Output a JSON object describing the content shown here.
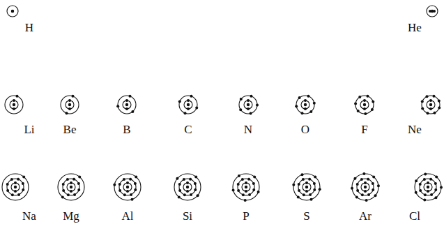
{
  "diagram": {
    "labels": [
      "H",
      "He",
      "Li",
      "Be",
      "B",
      "C",
      "N",
      "O",
      "F",
      "Ne",
      "Na",
      "Mg",
      "Al",
      "Si",
      "P",
      "S",
      "Ar",
      "Cl"
    ]
  }
}
